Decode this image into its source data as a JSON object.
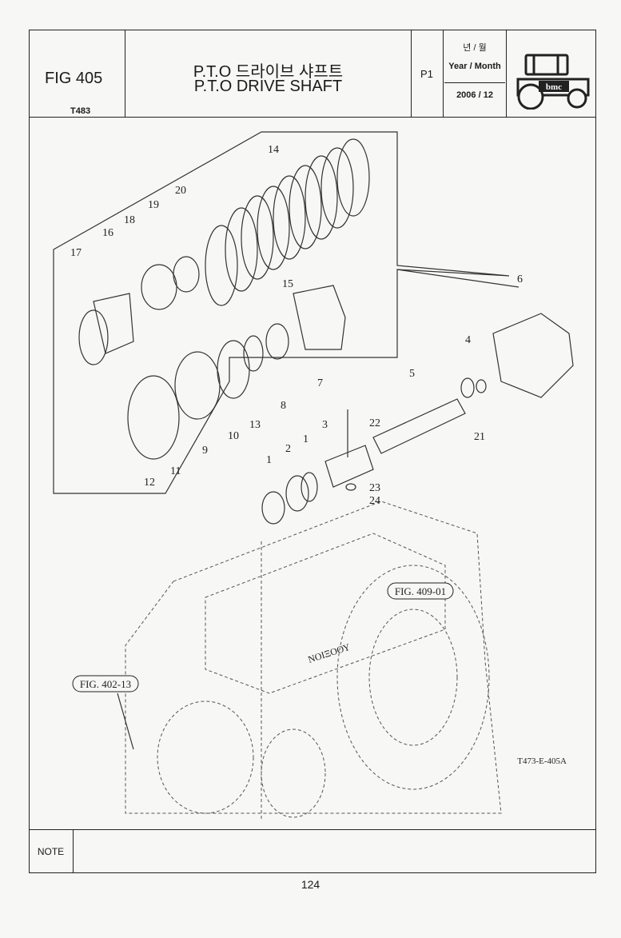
{
  "header": {
    "fig_number": "FIG 405",
    "model": "T483",
    "title_korean": "P.T.O 드라이브 샤프트",
    "title_english": "P.T.O DRIVE SHAFT",
    "page": "P1",
    "year_month_korean": "년 / 월",
    "year_month_label": "Year / Month",
    "date": "2006 / 12",
    "logo_text": "bmc"
  },
  "drawing": {
    "callouts": [
      "1",
      "1",
      "2",
      "3",
      "4",
      "5",
      "6",
      "7",
      "8",
      "9",
      "10",
      "11",
      "12",
      "13",
      "14",
      "15",
      "16",
      "17",
      "18",
      "19",
      "20",
      "21",
      "22",
      "23",
      "24"
    ],
    "fig_refs": [
      "FIG. 409-01",
      "FIG. 402-13"
    ],
    "drawing_code": "T473-E-405A",
    "casting_mark": "ΝΟΙΞΟΟΥ"
  },
  "note": {
    "label": "NOTE"
  },
  "footer": {
    "page_number": "124"
  }
}
